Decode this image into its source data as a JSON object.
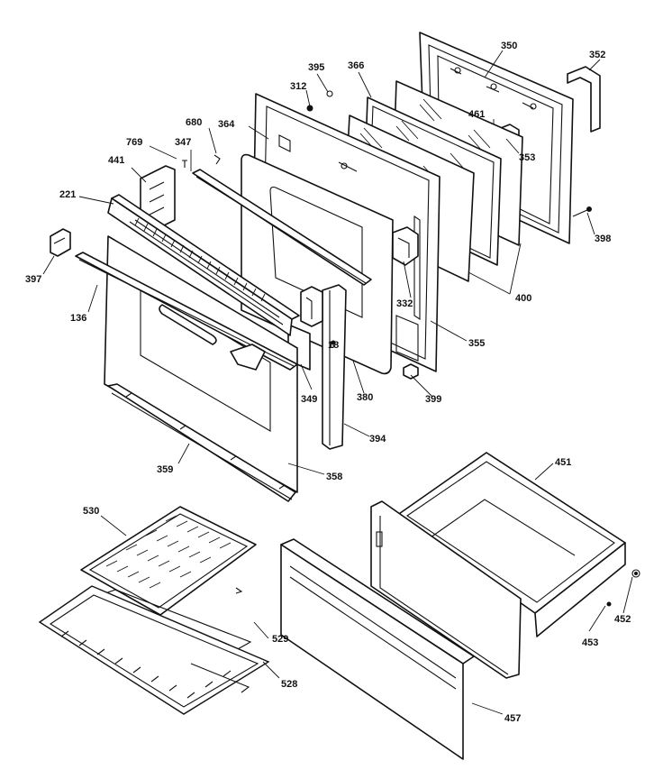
{
  "callouts": {
    "c221": "221",
    "c136": "136",
    "c397": "397",
    "c441": "441",
    "c769": "769",
    "c347": "347",
    "c680": "680",
    "c364": "364",
    "c312": "312",
    "c395": "395",
    "c366": "366",
    "c350": "350",
    "c352": "352",
    "c461": "461",
    "c353": "353",
    "c398": "398",
    "c400": "400",
    "c332": "332",
    "c355": "355",
    "c18": "18",
    "c349": "349",
    "c380": "380",
    "c399": "399",
    "c394": "394",
    "c359": "359",
    "c358": "358",
    "c530": "530",
    "c529": "529",
    "c528": "528",
    "c451": "451",
    "c452": "452",
    "c453": "453",
    "c457": "457"
  }
}
